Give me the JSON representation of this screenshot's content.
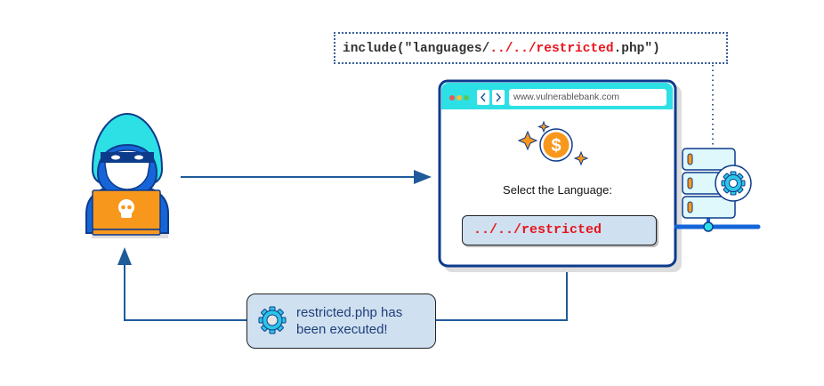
{
  "code": {
    "prefix": "include(\"languages/",
    "payload": "../../restricted",
    "suffix": ".php\")"
  },
  "browser": {
    "url": "www.vulnerablebank.com",
    "prompt": "Select the Language:",
    "input_value": "../../restricted"
  },
  "notification": {
    "line1": "restricted.php has",
    "line2": "been executed!"
  },
  "colors": {
    "navy": "#0d3b8c",
    "cyan": "#2de0e6",
    "orange": "#f7981d",
    "red": "#e8141b",
    "light_blue": "#cfe0f0",
    "arrow": "#1f5a9a"
  }
}
